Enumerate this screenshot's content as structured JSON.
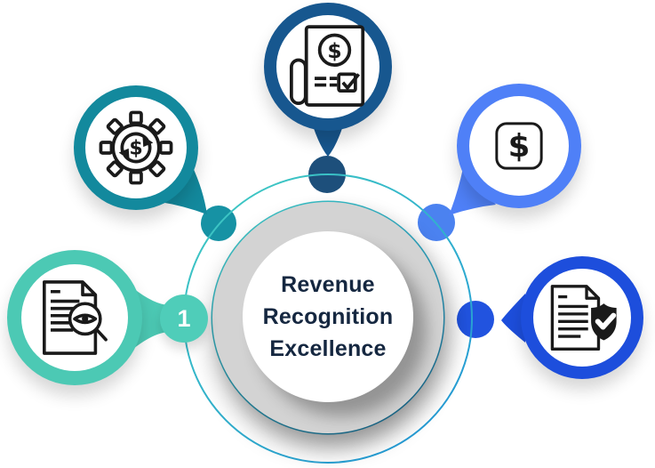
{
  "title": {
    "lines": [
      "Revenue",
      "Recognition",
      "Excellence"
    ],
    "text_color": "#152740"
  },
  "badge": {
    "label": "1",
    "color": "#4FCDB9"
  },
  "icons": {
    "dollar_glyph": "$",
    "top": "invoice-dollar-check-icon",
    "upper_left": "gear-dollar-sync-icon",
    "left": "document-eye-magnifier-icon",
    "upper_right": "dollar-square-icon",
    "right": "document-shield-check-icon"
  },
  "bubbles": {
    "top": {
      "icon": "invoice-dollar-check-icon",
      "color": "#17578F"
    },
    "upper_left": {
      "icon": "gear-dollar-sync-icon",
      "color": "#13899D"
    },
    "left": {
      "icon": "document-eye-magnifier-icon",
      "color": "#4CC9B4"
    },
    "upper_right": {
      "icon": "dollar-square-icon",
      "color": "#4F80F7"
    },
    "right": {
      "icon": "document-shield-check-icon",
      "color": "#1D4EDC"
    }
  },
  "dots": {
    "top": "#1D4F7B",
    "upper_left": "#1692A4",
    "upper_right": "#4B82F0",
    "right": "#2153DF"
  },
  "ring": {
    "gradient_start": "#3EC8C2",
    "gradient_end": "#2398D8"
  },
  "center": {
    "ring_gray": "#D3D3D3",
    "circle_bg": "#FFFFFF"
  }
}
